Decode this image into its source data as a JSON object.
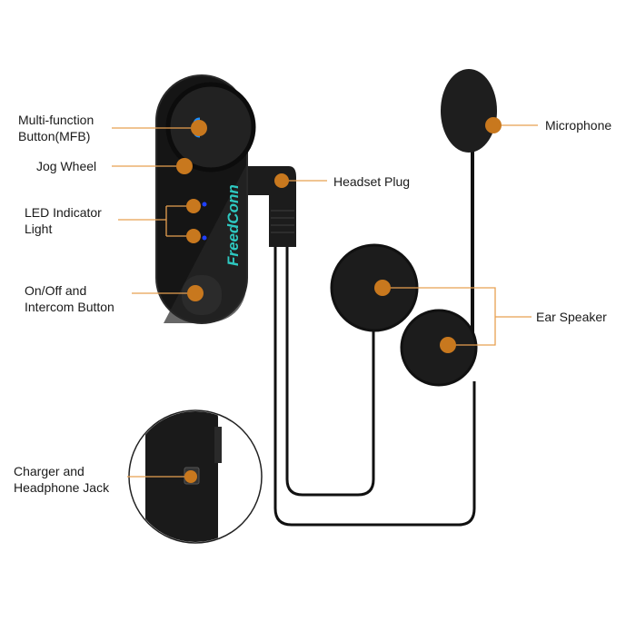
{
  "brand_logo": "FreedConn",
  "colors": {
    "callout_line": "#e8a050",
    "callout_dot": "#c8781e",
    "led": "#2040ff",
    "logo": "#2ec8c0",
    "phone_icon": "#1e90ff"
  },
  "labels": {
    "mfb_line1": "Multi-function",
    "mfb_line2": "Button(MFB)",
    "jog_wheel": "Jog Wheel",
    "led_line1": "LED Indicator",
    "led_line2": "Light",
    "onoff_line1": "On/Off and",
    "onoff_line2": "Intercom Button",
    "charger_line1": "Charger and",
    "charger_line2": "Headphone Jack",
    "microphone": "Microphone",
    "headset_plug": "Headset Plug",
    "ear_speaker": "Ear Speaker"
  }
}
